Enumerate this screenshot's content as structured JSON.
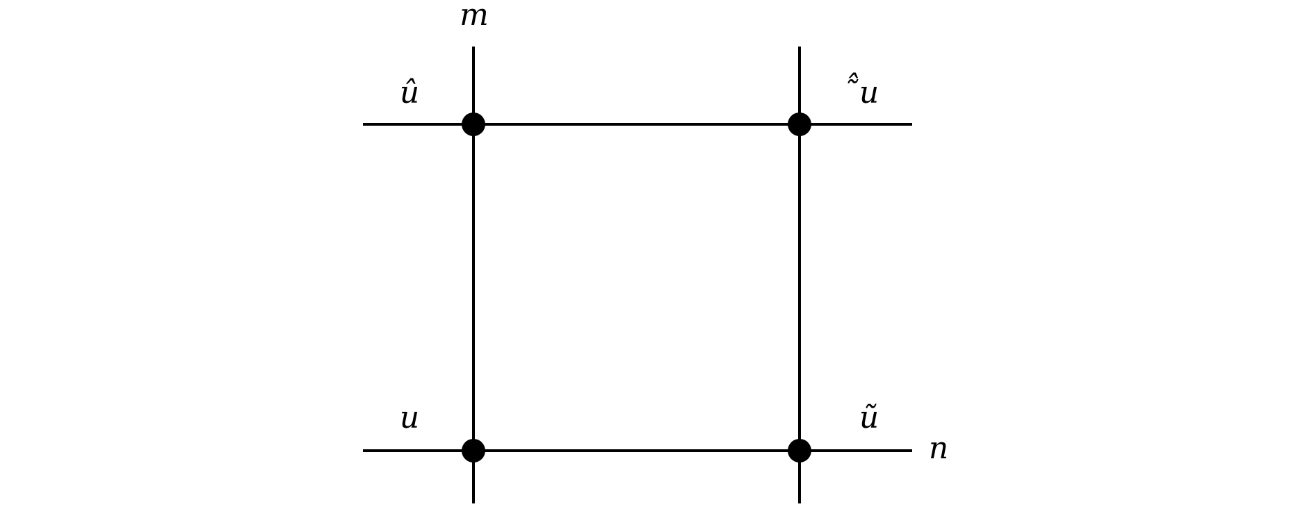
{
  "axes": {
    "vertical_label": "m",
    "horizontal_label": "n"
  },
  "vertices": {
    "bottom_left": "u",
    "bottom_right": "ũ",
    "top_left": "û",
    "top_right": "̃̂u"
  },
  "colors": {
    "stroke": "#000000",
    "background": "#ffffff"
  }
}
